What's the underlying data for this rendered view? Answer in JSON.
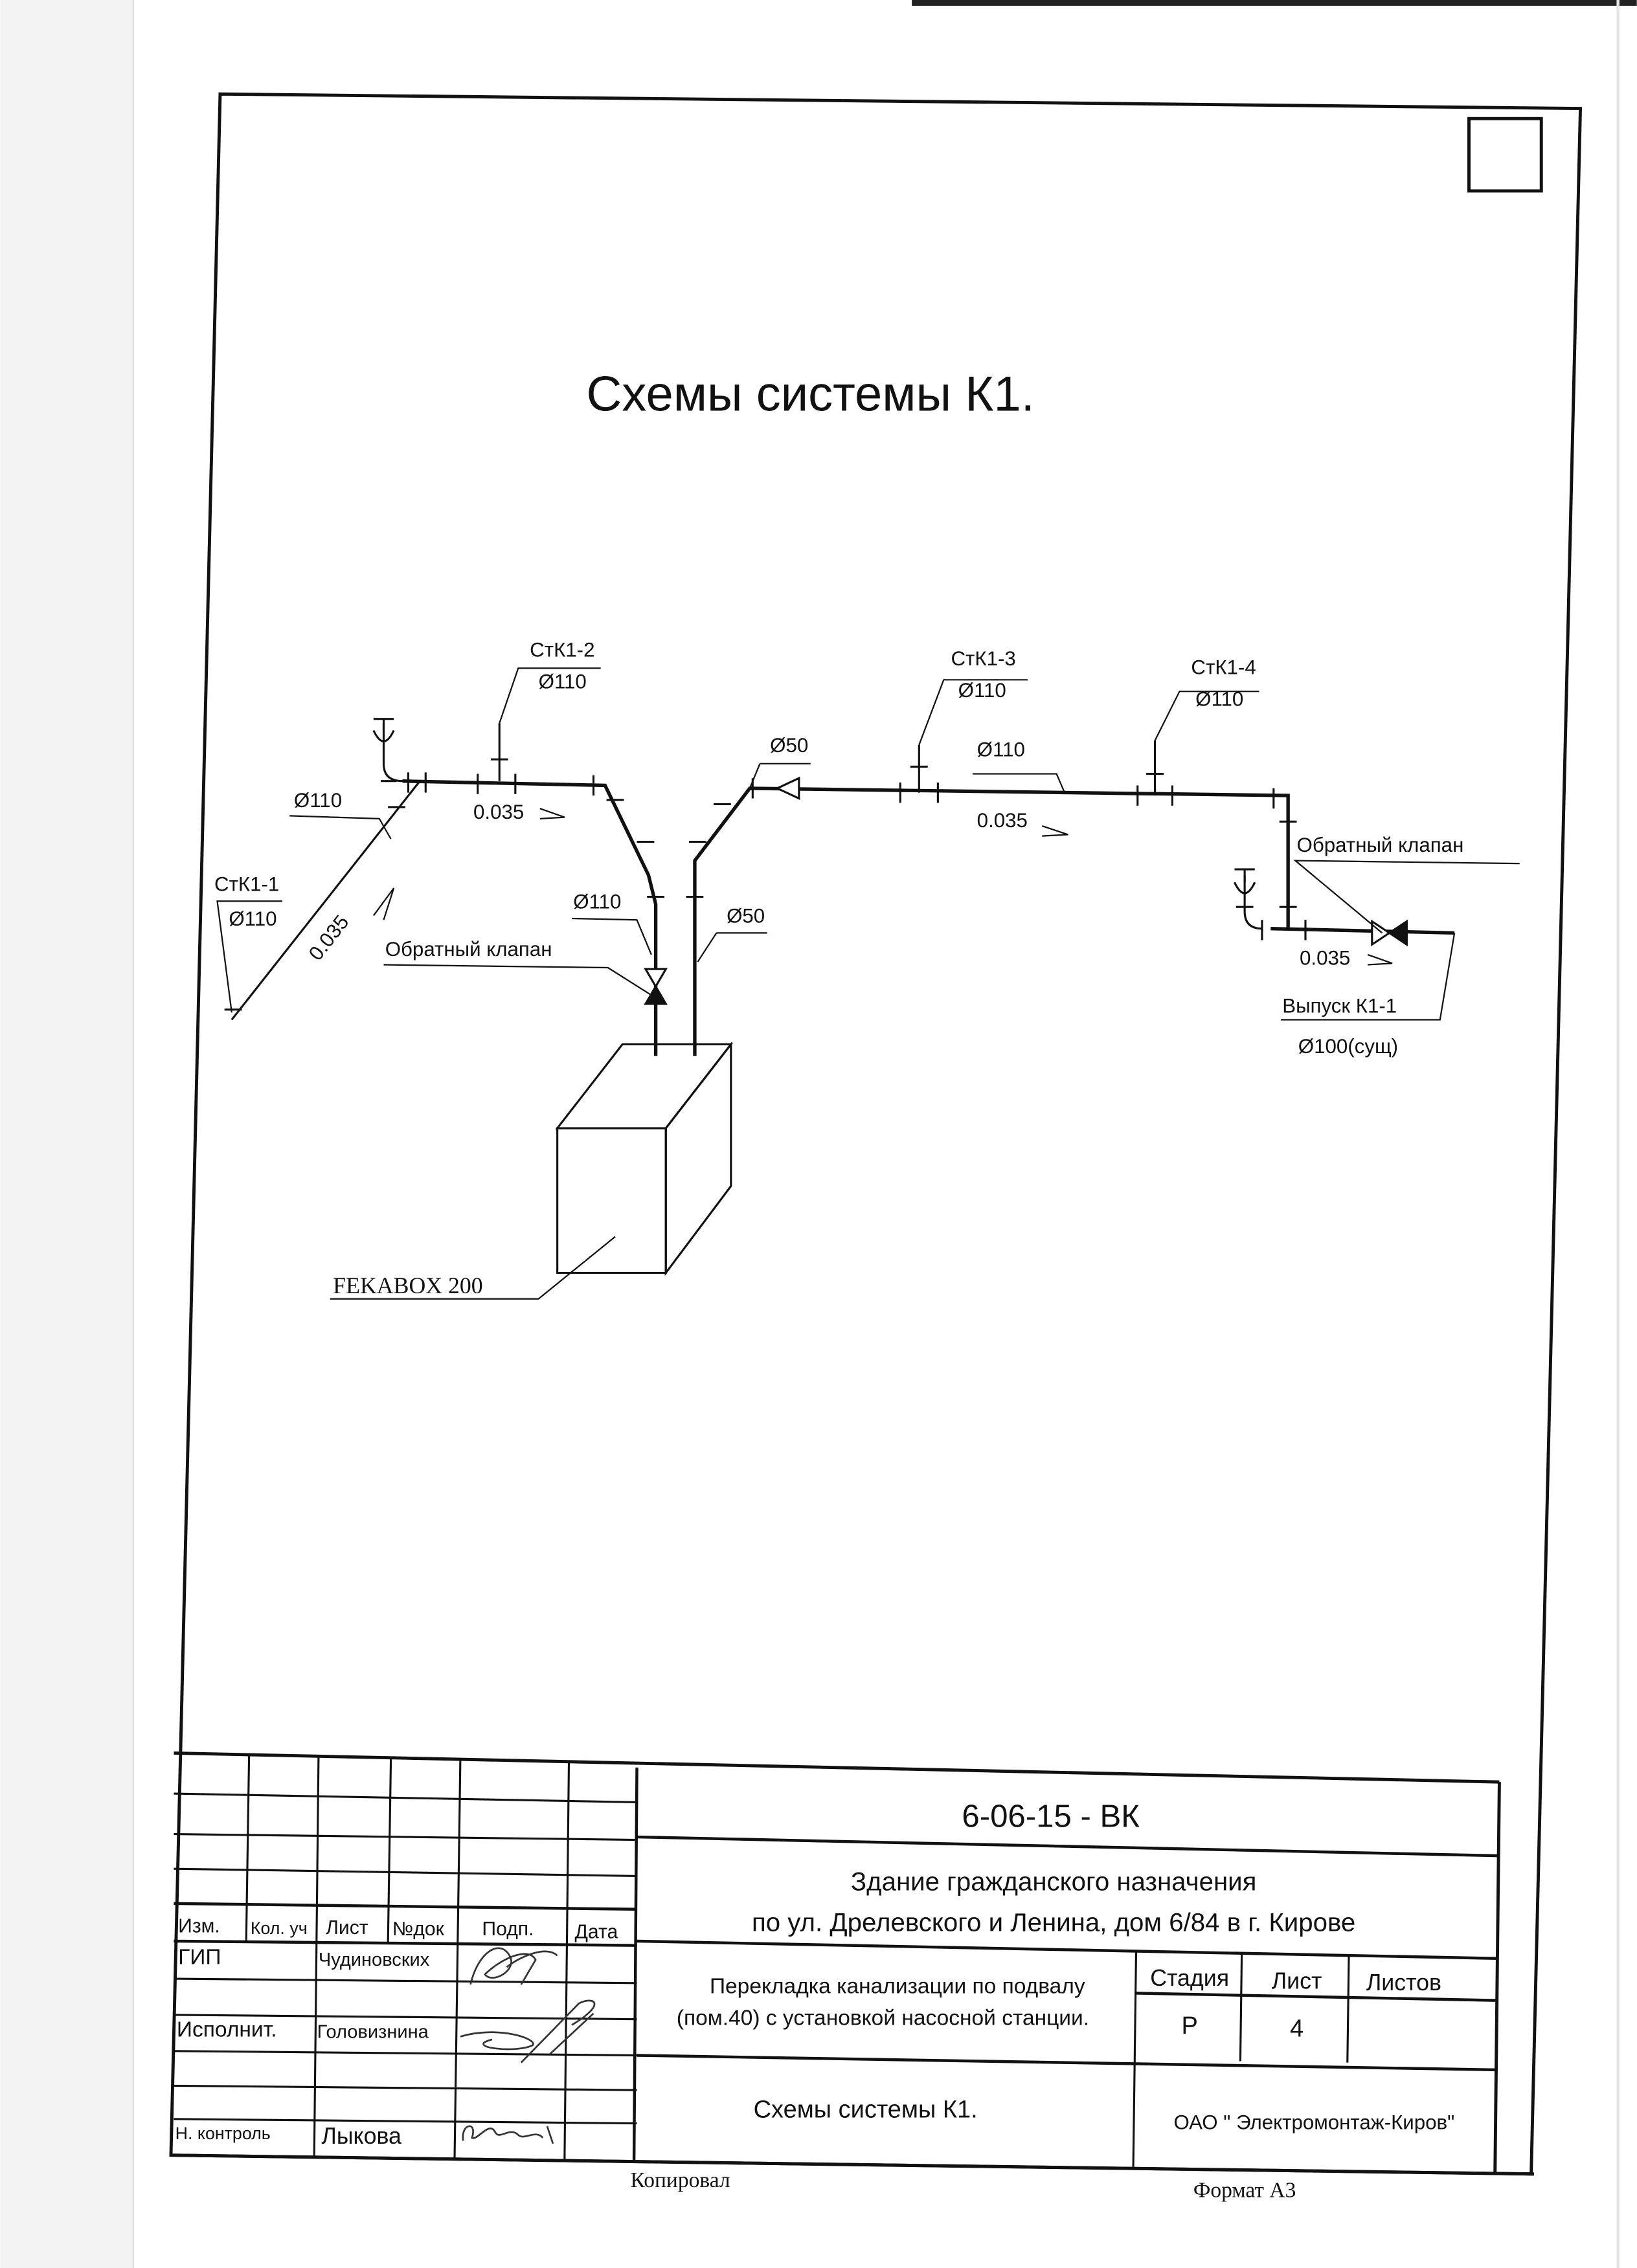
{
  "drawing": {
    "title": "Схемы системы К1.",
    "labels": {
      "stk1_1": "СтК1-1",
      "stk1_1_d": "Ø110",
      "stk1_2": "СтК1-2",
      "stk1_2_d": "Ø110",
      "stk1_3": "СтК1-3",
      "stk1_3_d": "Ø110",
      "stk1_4": "СтК1-4",
      "stk1_4_d": "Ø110",
      "d110_left": "Ø110",
      "d110_mid": "Ø110",
      "d110_top": "Ø110",
      "d50_top": "Ø50",
      "d50_mid": "Ø50",
      "slope_diag": "0.035",
      "slope_left": "0.035",
      "slope_right": "0.035",
      "slope_outlet": "0.035",
      "check_valve_left": "Обратный клапан",
      "check_valve_right": "Обратный клапан",
      "outlet": "Выпуск К1-1",
      "outlet_d": "Ø100(сущ)",
      "pump_station": "FEKABOX 200"
    }
  },
  "title_block": {
    "code": "6-06-15 - ВК",
    "building_line1": "Здание гражданского назначения",
    "building_line2": "по ул. Дрелевского и Ленина, дом 6/84 в г. Кирове",
    "work_line1": "Перекладка канализации по подвалу",
    "work_line2": "(пом.40) с установкой насосной станции.",
    "sheet_title": "Схемы системы К1.",
    "company": "ОАО  \" Электромонтаж-Киров\"",
    "headers": {
      "izm": "Изм.",
      "kol": "Кол. уч",
      "list": "Лист",
      "ndok": "№док",
      "podp": "Подп.",
      "data": "Дата"
    },
    "stage_header": "Стадия",
    "sheet_header": "Лист",
    "sheets_header": "Листов",
    "stage": "Р",
    "sheet": "4",
    "sheets": "",
    "roles": [
      {
        "role": "ГИП",
        "name": "Чудиновских"
      },
      {
        "role": "Исполнит.",
        "name": "Головизнина"
      },
      {
        "role": "Н. контроль",
        "name": "Лыкова"
      }
    ],
    "copied": "Копировал",
    "format": "Формат А3"
  }
}
